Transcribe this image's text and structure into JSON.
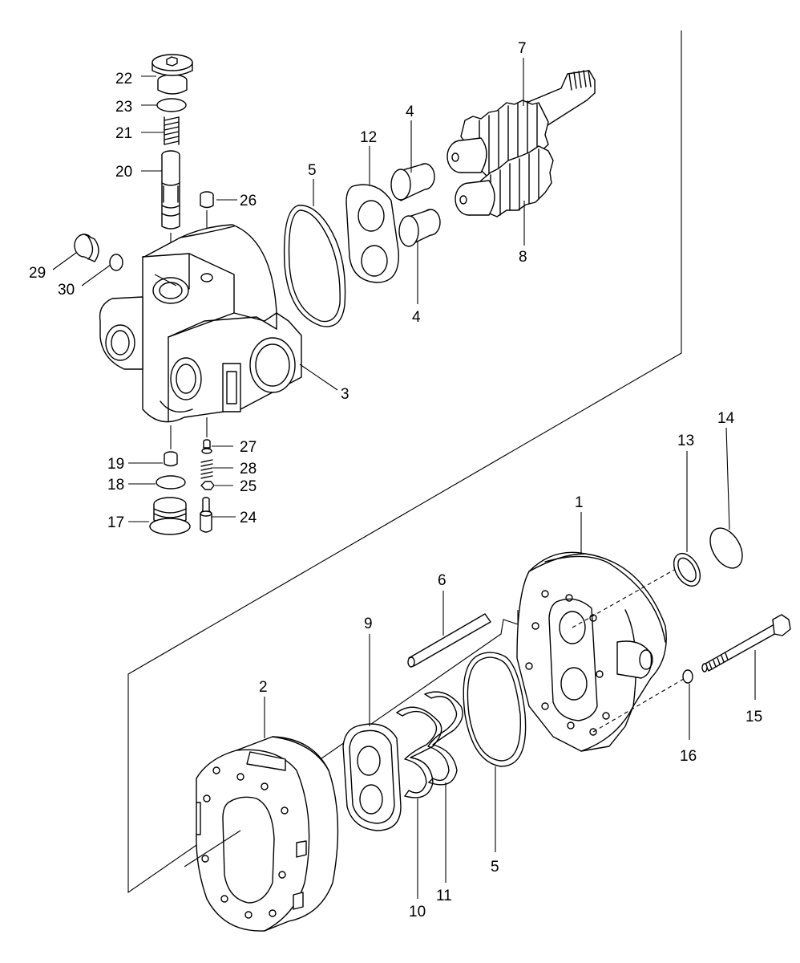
{
  "callouts": [
    {
      "id": "c1",
      "label": "1"
    },
    {
      "id": "c2",
      "label": "2"
    },
    {
      "id": "c3",
      "label": "3"
    },
    {
      "id": "c4a",
      "label": "4"
    },
    {
      "id": "c4b",
      "label": "4"
    },
    {
      "id": "c5a",
      "label": "5"
    },
    {
      "id": "c5b",
      "label": "5"
    },
    {
      "id": "c6",
      "label": "6"
    },
    {
      "id": "c7",
      "label": "7"
    },
    {
      "id": "c8",
      "label": "8"
    },
    {
      "id": "c9",
      "label": "9"
    },
    {
      "id": "c10",
      "label": "10"
    },
    {
      "id": "c11",
      "label": "11"
    },
    {
      "id": "c12",
      "label": "12"
    },
    {
      "id": "c13",
      "label": "13"
    },
    {
      "id": "c14",
      "label": "14"
    },
    {
      "id": "c15",
      "label": "15"
    },
    {
      "id": "c16",
      "label": "16"
    },
    {
      "id": "c17",
      "label": "17"
    },
    {
      "id": "c18",
      "label": "18"
    },
    {
      "id": "c19",
      "label": "19"
    },
    {
      "id": "c20",
      "label": "20"
    },
    {
      "id": "c21",
      "label": "21"
    },
    {
      "id": "c22",
      "label": "22"
    },
    {
      "id": "c23",
      "label": "23"
    },
    {
      "id": "c24",
      "label": "24"
    },
    {
      "id": "c25",
      "label": "25"
    },
    {
      "id": "c26",
      "label": "26"
    },
    {
      "id": "c27",
      "label": "27"
    },
    {
      "id": "c28",
      "label": "28"
    },
    {
      "id": "c29",
      "label": "29"
    },
    {
      "id": "c30",
      "label": "30"
    }
  ],
  "colors": {
    "line": "#000000",
    "background": "#ffffff"
  }
}
